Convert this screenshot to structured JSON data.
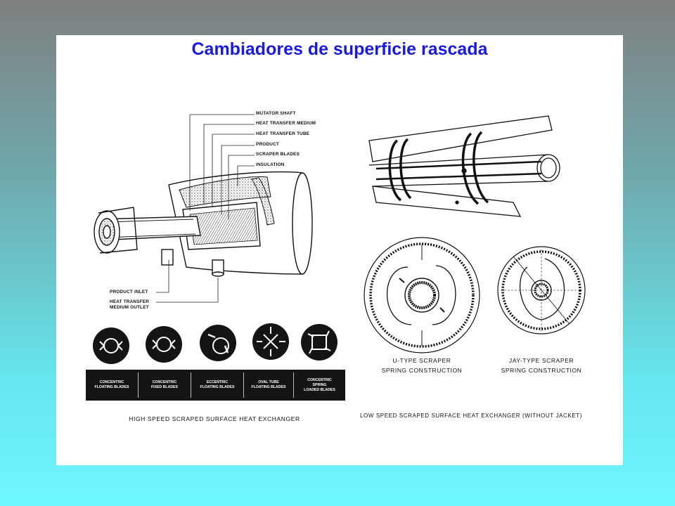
{
  "title": "Cambiadores de superficie rascada",
  "labels": {
    "mutator_shaft": "MUTATOR SHAFT",
    "heat_transfer_medium": "HEAT TRANSFER MEDIUM",
    "heat_transfer_tube": "HEAT TRANSFER TUBE",
    "product": "PRODUCT",
    "scraper_blades": "SCRAPER BLADES",
    "insulation": "INSULATION",
    "product_inlet": "PRODUCT INLET",
    "medium_outlet_line1": "HEAT TRANSFER",
    "medium_outlet_line2": "MEDIUM OUTLET"
  },
  "blade_types": [
    "CONCENTRIC\nFLOATING BLADES",
    "CONCENTRIC\nFIXED BLADES",
    "ECCENTRIC\nFLOATING BLADES",
    "OVAL TUBE\nFLOATING BLADES",
    "CONCENTRIC\nSPRING\nLOADED BLADES"
  ],
  "captions": {
    "high_speed": "HIGH SPEED SCRAPED SURFACE HEAT EXCHANGER",
    "low_speed": "LOW SPEED SCRAPED SURFACE HEAT EXCHANGER (WITHOUT JACKET)",
    "u_type_line1": "U-TYPE SCRAPER",
    "u_type_line2": "SPRING CONSTRUCTION",
    "jay_type_line1": "JAY-TYPE SCRAPER",
    "jay_type_line2": "SPRING CONSTRUCTION"
  },
  "colors": {
    "title": "#1a1adb",
    "band": "#141414",
    "ink": "#111111"
  }
}
